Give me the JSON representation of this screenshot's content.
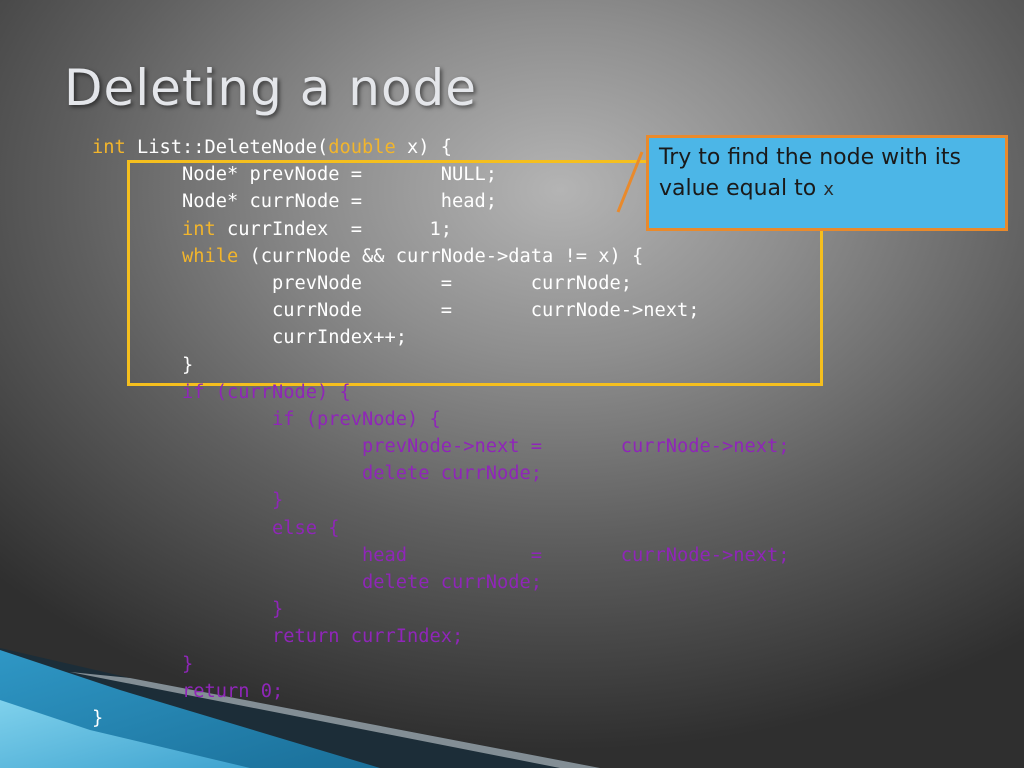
{
  "slide": {
    "title": "Deleting a node"
  },
  "callout": {
    "text_prefix": "Try to find the node with its value equal to ",
    "text_code": "x"
  },
  "code": {
    "lines": [
      [
        {
          "t": "int",
          "c": "kw"
        },
        {
          "t": " List::DeleteNode(",
          "c": "plain"
        },
        {
          "t": "double",
          "c": "kw"
        },
        {
          "t": " x) {",
          "c": "plain"
        }
      ],
      [
        {
          "t": "        Node* prevNode =       NULL;",
          "c": "plain"
        }
      ],
      [
        {
          "t": "        Node* currNode =       head;",
          "c": "plain"
        }
      ],
      [
        {
          "t": "        ",
          "c": "plain"
        },
        {
          "t": "int",
          "c": "kw"
        },
        {
          "t": " currIndex  =      1;",
          "c": "plain"
        }
      ],
      [
        {
          "t": "        ",
          "c": "plain"
        },
        {
          "t": "while",
          "c": "kw"
        },
        {
          "t": " (currNode && currNode->data != x) {",
          "c": "plain"
        }
      ],
      [
        {
          "t": "                prevNode       =       currNode;",
          "c": "plain"
        }
      ],
      [
        {
          "t": "                currNode       =       currNode->next;",
          "c": "plain"
        }
      ],
      [
        {
          "t": "                currIndex++;",
          "c": "plain"
        }
      ],
      [
        {
          "t": "        }",
          "c": "plain"
        }
      ],
      [
        {
          "t": "        if (currNode) {",
          "c": "purple"
        }
      ],
      [
        {
          "t": "                if (prevNode) {",
          "c": "purple"
        }
      ],
      [
        {
          "t": "                        prevNode->next =       currNode->next;",
          "c": "purple"
        }
      ],
      [
        {
          "t": "                        delete currNode;",
          "c": "purple"
        }
      ],
      [
        {
          "t": "                }",
          "c": "purple"
        }
      ],
      [
        {
          "t": "                else {",
          "c": "purple"
        }
      ],
      [
        {
          "t": "                        head           =       currNode->next;",
          "c": "purple"
        }
      ],
      [
        {
          "t": "                        delete currNode;",
          "c": "purple"
        }
      ],
      [
        {
          "t": "                }",
          "c": "purple"
        }
      ],
      [
        {
          "t": "                return currIndex;",
          "c": "purple"
        }
      ],
      [
        {
          "t": "        }",
          "c": "purple"
        }
      ],
      [
        {
          "t": "        return 0;",
          "c": "purple"
        }
      ],
      [
        {
          "t": "}",
          "c": "plain"
        }
      ]
    ]
  },
  "colors": {
    "keyword": "#f2b52c",
    "code_text": "#ffffff",
    "purple_text": "#8f26b8",
    "highlight_border": "#f5bf1e",
    "callout_fill": "#4cb6e7",
    "callout_border": "#e98a2c"
  }
}
